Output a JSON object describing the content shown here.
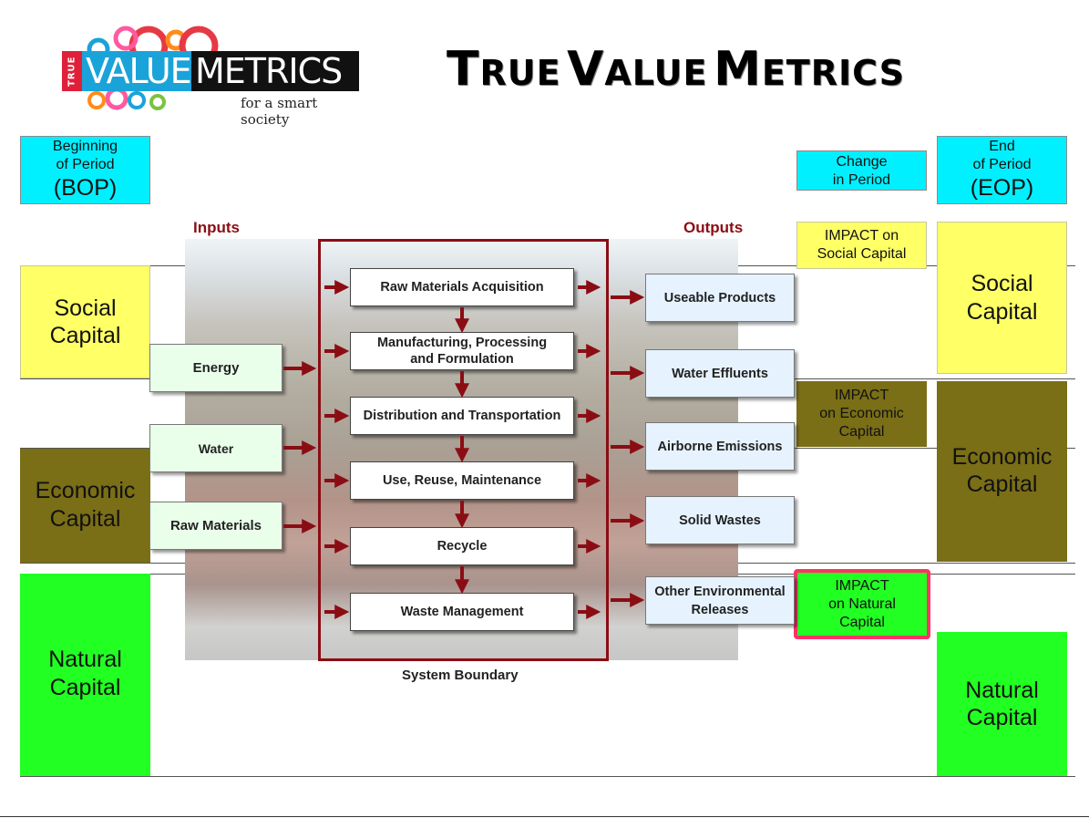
{
  "logo": {
    "true": "TRUE",
    "value": "VALUE",
    "metrics": "METRICS",
    "tagline": "for a smart society"
  },
  "title": {
    "w1_first": "T",
    "w1_rest": "RUE",
    "w2_first": "V",
    "w2_rest": "ALUE",
    "w3_first": "M",
    "w3_rest": "ETRICS"
  },
  "bop": {
    "line1": "Beginning",
    "line2": "of Period",
    "line3": "(BOP)"
  },
  "eop": {
    "line1": "End",
    "line2": "of Period",
    "line3": "(EOP)"
  },
  "change": {
    "line1": "Change",
    "line2": "in Period"
  },
  "impacts": {
    "social": {
      "line1": "IMPACT on",
      "line2": "Social Capital"
    },
    "economic": {
      "line1": "IMPACT",
      "line2": "on Economic",
      "line3": "Capital"
    },
    "natural": {
      "line1": "IMPACT",
      "line2": "on Natural",
      "line3": "Capital"
    }
  },
  "left_capitals": {
    "social": {
      "line1": "Social",
      "line2": "Capital"
    },
    "economic": {
      "line1": "Economic",
      "line2": "Capital"
    },
    "natural": {
      "line1": "Natural",
      "line2": "Capital"
    }
  },
  "right_capitals": {
    "social": {
      "line1": "Social",
      "line2": "Capital"
    },
    "economic": {
      "line1": "Economic",
      "line2": "Capital"
    },
    "natural": {
      "line1": "Natural",
      "line2": "Capital"
    }
  },
  "diagram": {
    "inputs_header": "Inputs",
    "outputs_header": "Outputs",
    "system_boundary": "System Boundary",
    "inputs": [
      "Energy",
      "Water",
      "Raw Materials"
    ],
    "stages": [
      {
        "line1": "Raw Materials Acquisition",
        "line2": ""
      },
      {
        "line1": "Manufacturing, Processing",
        "line2": "and Formulation"
      },
      {
        "line1": "Distribution and Transportation",
        "line2": ""
      },
      {
        "line1": "Use, Reuse, Maintenance",
        "line2": ""
      },
      {
        "line1": "Recycle",
        "line2": ""
      },
      {
        "line1": "Waste Management",
        "line2": ""
      }
    ],
    "outputs": [
      {
        "line1": "Useable Products",
        "line2": ""
      },
      {
        "line1": "Water Effluents",
        "line2": ""
      },
      {
        "line1": "Airborne Emissions",
        "line2": ""
      },
      {
        "line1": "Solid Wastes",
        "line2": ""
      },
      {
        "line1": "Other Environmental",
        "line2": "Releases"
      }
    ]
  },
  "colors": {
    "cyan": "#00f0ff",
    "yellow": "#ffff66",
    "olive": "#7a6e16",
    "green": "#22ff22",
    "arrow": "#8b0d14",
    "highlight": "#ff3366"
  }
}
